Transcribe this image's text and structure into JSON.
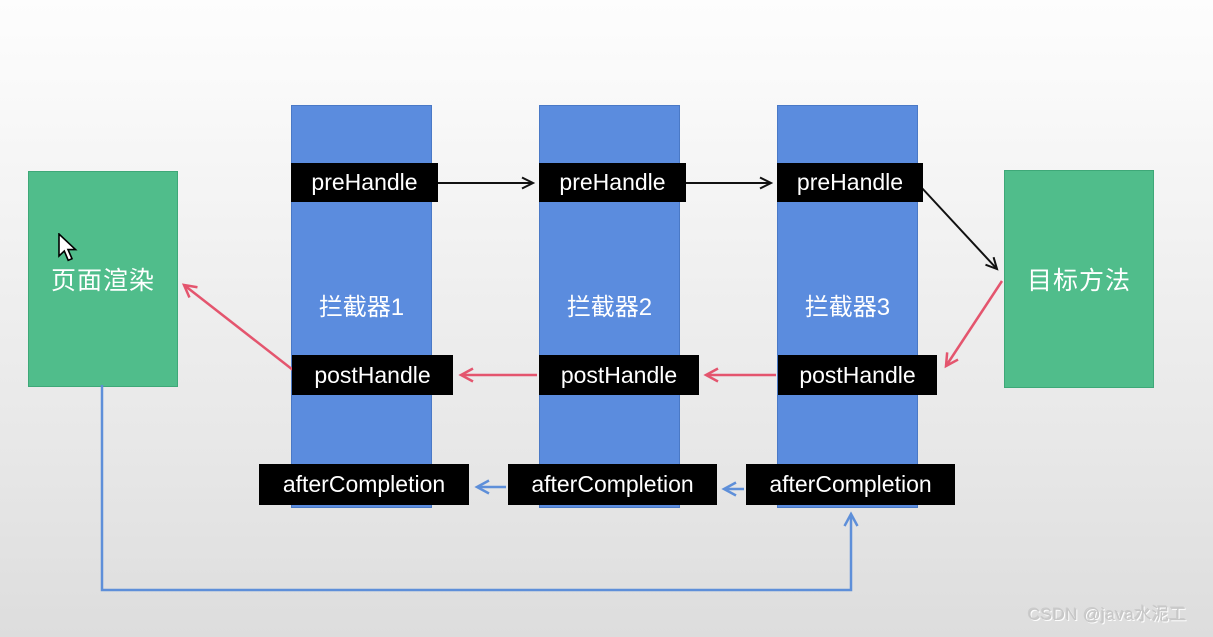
{
  "diagram": {
    "page_render_label": "页面渲染",
    "target_method_label": "目标方法",
    "interceptors": [
      {
        "label": "拦截器1"
      },
      {
        "label": "拦截器2"
      },
      {
        "label": "拦截器3"
      }
    ],
    "method_labels": {
      "pre": "preHandle",
      "post": "postHandle",
      "after": "afterCompletion"
    },
    "flows": {
      "forward": "preHandle chain: 拦截器1 → 拦截器2 → 拦截器3 → 目标方法",
      "backward": "postHandle chain: 目标方法 → 拦截器3 → 拦截器2 → 拦截器1 → 页面渲染",
      "completion": "afterCompletion chain: 页面渲染 → 拦截器3 → 拦截器2 → 拦截器1"
    },
    "colors": {
      "column_blue": "#5B8CDE",
      "node_green": "#50BD8B",
      "label_bg": "#000000",
      "label_text": "#FFFFFF",
      "arrow_black": "#111111",
      "arrow_red": "#E4556E",
      "arrow_blue": "#5E8FD9",
      "background_top": "#FDFDFD",
      "background_bottom": "#DDDDDD"
    }
  },
  "watermark": {
    "text": "CSDN @java水泥工"
  }
}
